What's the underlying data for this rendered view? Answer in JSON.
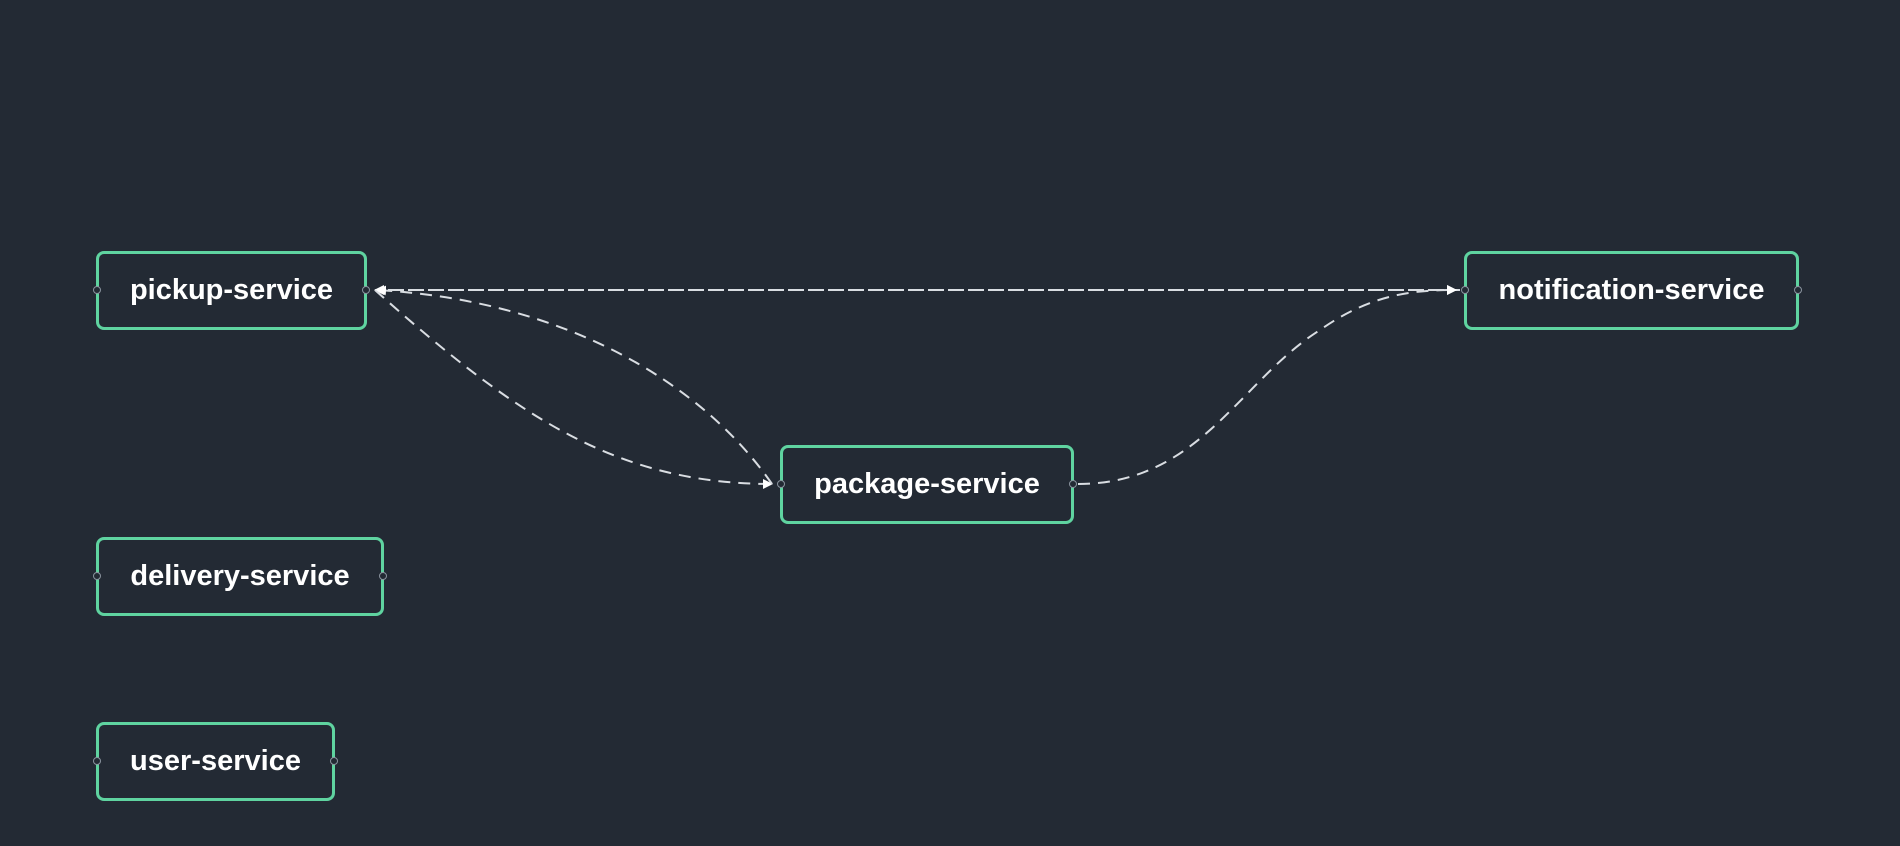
{
  "diagram": {
    "type": "service-dependency-graph",
    "colors": {
      "background": "#232a34",
      "node_border": "#5fd3a0",
      "node_text": "#ffffff",
      "edge": "#d9dde2",
      "arrowhead": "#ffffff",
      "port": "#8a939e"
    },
    "nodes": [
      {
        "id": "pickup",
        "label": "pickup-service"
      },
      {
        "id": "notification",
        "label": "notification-service"
      },
      {
        "id": "package",
        "label": "package-service"
      },
      {
        "id": "delivery",
        "label": "delivery-service"
      },
      {
        "id": "user",
        "label": "user-service"
      }
    ],
    "edges": [
      {
        "from": "notification",
        "to": "pickup",
        "style": "dashed",
        "arrow": "end"
      },
      {
        "from": "pickup",
        "to": "notification",
        "style": "dashed",
        "arrow": "end"
      },
      {
        "from": "pickup",
        "to": "package",
        "style": "dashed",
        "arrow": "end"
      },
      {
        "from": "package",
        "to": "pickup",
        "style": "dashed",
        "arrow": "end"
      },
      {
        "from": "package",
        "to": "notification",
        "style": "dashed",
        "arrow": "end"
      }
    ]
  }
}
